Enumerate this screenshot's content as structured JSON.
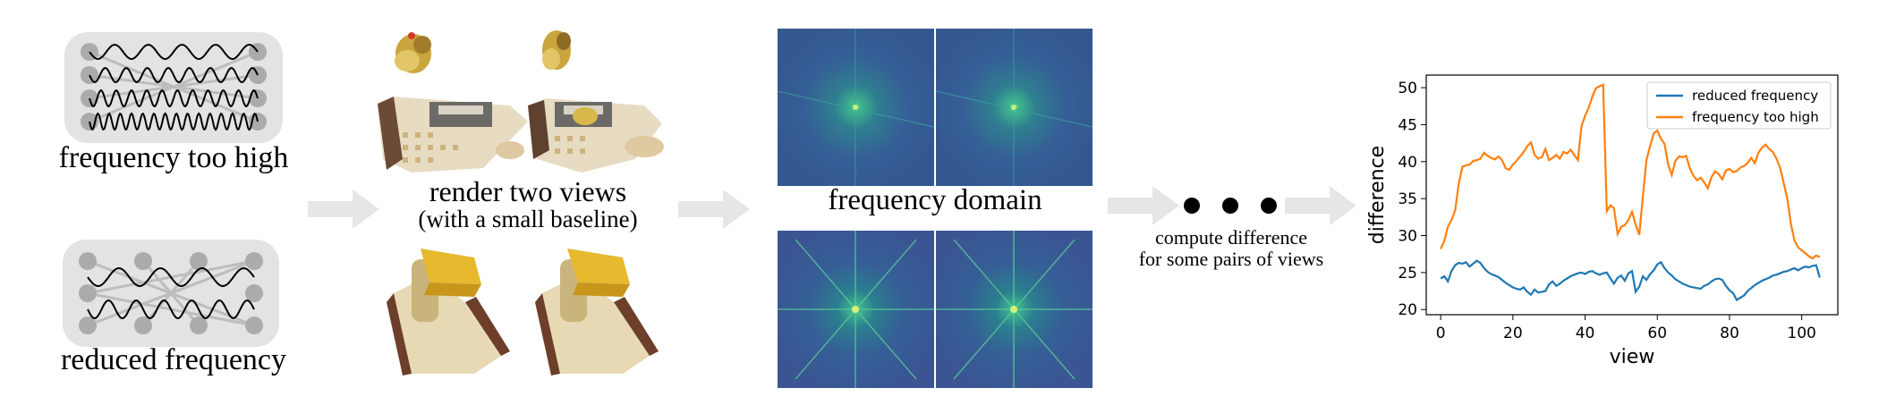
{
  "networks": {
    "high": {
      "caption": "frequency too high"
    },
    "reduced": {
      "caption": "reduced frequency"
    }
  },
  "render": {
    "caption_line1": "render two views",
    "caption_line2": "(with a small baseline)"
  },
  "spectrum": {
    "caption": "frequency domain"
  },
  "compute": {
    "caption_line1": "compute difference",
    "caption_line2": "for some pairs of views"
  },
  "colors": {
    "reduced": "#1f77b4",
    "high": "#ff7f0e",
    "arrow": "#e6e6e6",
    "network_bg": "#e3e3e3",
    "network_node": "#ababab",
    "spectrum_bg": "#3a5f95"
  },
  "chart_data": {
    "type": "line",
    "xlabel": "view",
    "ylabel": "difference",
    "xlim": [
      -4,
      110
    ],
    "ylim": [
      19.3,
      51.7
    ],
    "xticks": [
      0,
      20,
      40,
      60,
      80,
      100
    ],
    "yticks": [
      20,
      25,
      30,
      35,
      40,
      45,
      50
    ],
    "legend_position": "top-right",
    "grid": false,
    "series": [
      {
        "name": "reduced frequency",
        "x": [
          0,
          1,
          2,
          3,
          4,
          5,
          6,
          7,
          8,
          9,
          10,
          11,
          12,
          13,
          14,
          15,
          16,
          17,
          18,
          19,
          20,
          21,
          22,
          23,
          24,
          25,
          26,
          27,
          28,
          29,
          30,
          31,
          32,
          33,
          34,
          35,
          36,
          37,
          38,
          39,
          40,
          41,
          42,
          43,
          44,
          45,
          46,
          47,
          48,
          49,
          50,
          51,
          52,
          53,
          54,
          55,
          56,
          57,
          58,
          59,
          60,
          61,
          62,
          63,
          64,
          65,
          66,
          67,
          68,
          69,
          70,
          71,
          72,
          73,
          74,
          75,
          76,
          77,
          78,
          79,
          80,
          81,
          82,
          83,
          84,
          85,
          86,
          87,
          88,
          89,
          90,
          91,
          92,
          93,
          94,
          95,
          96,
          97,
          98,
          99,
          100,
          101,
          102,
          103,
          104,
          105
        ],
        "values": [
          24.2,
          24.5,
          23.8,
          25.2,
          26.0,
          26.3,
          26.2,
          26.4,
          25.8,
          26.2,
          26.6,
          26.3,
          25.6,
          25.1,
          24.8,
          24.6,
          24.4,
          24.0,
          23.6,
          23.3,
          23.0,
          22.8,
          22.7,
          23.0,
          22.4,
          22.0,
          22.7,
          22.3,
          22.4,
          22.5,
          23.4,
          23.8,
          23.2,
          23.5,
          23.9,
          24.2,
          24.5,
          24.7,
          24.9,
          25.0,
          24.8,
          25.1,
          25.2,
          24.9,
          24.7,
          24.9,
          25.0,
          24.2,
          23.5,
          24.3,
          24.6,
          23.9,
          24.9,
          25.2,
          22.4,
          23.1,
          24.5,
          24.0,
          24.8,
          25.3,
          26.1,
          26.4,
          25.6,
          25.0,
          24.6,
          24.1,
          23.8,
          23.5,
          23.3,
          23.1,
          23.0,
          22.9,
          22.8,
          23.2,
          23.4,
          23.8,
          24.1,
          24.2,
          24.0,
          23.2,
          22.6,
          22.2,
          21.3,
          21.6,
          21.9,
          22.5,
          22.9,
          23.3,
          23.6,
          23.9,
          24.1,
          24.3,
          24.6,
          24.7,
          24.9,
          25.1,
          25.2,
          25.4,
          25.6,
          25.3,
          25.6,
          25.8,
          25.7,
          25.9,
          26.0,
          24.3
        ]
      },
      {
        "name": "frequency too high",
        "x": [
          0,
          1,
          2,
          3,
          4,
          5,
          6,
          7,
          8,
          9,
          10,
          11,
          12,
          13,
          14,
          15,
          16,
          17,
          18,
          19,
          20,
          21,
          22,
          23,
          24,
          25,
          26,
          27,
          28,
          29,
          30,
          31,
          32,
          33,
          34,
          35,
          36,
          37,
          38,
          39,
          40,
          41,
          42,
          43,
          44,
          45,
          46,
          47,
          48,
          49,
          50,
          51,
          52,
          53,
          54,
          55,
          56,
          57,
          58,
          59,
          60,
          61,
          62,
          63,
          64,
          65,
          66,
          67,
          68,
          69,
          70,
          71,
          72,
          73,
          74,
          75,
          76,
          77,
          78,
          79,
          80,
          81,
          82,
          83,
          84,
          85,
          86,
          87,
          88,
          89,
          90,
          91,
          92,
          93,
          94,
          95,
          96,
          97,
          98,
          99,
          100,
          101,
          102,
          103,
          104,
          105
        ],
        "values": [
          28.2,
          29.3,
          31.2,
          32.1,
          33.4,
          37.0,
          39.3,
          39.5,
          39.6,
          40.1,
          40.2,
          40.4,
          41.2,
          40.8,
          40.5,
          40.3,
          40.7,
          40.2,
          39.1,
          38.9,
          39.6,
          40.1,
          40.7,
          41.3,
          42.1,
          42.6,
          40.9,
          40.4,
          40.6,
          41.7,
          40.2,
          40.5,
          40.9,
          40.4,
          41.3,
          41.1,
          41.6,
          40.9,
          40.2,
          44.8,
          46.2,
          47.3,
          48.8,
          49.9,
          50.2,
          50.4,
          33.3,
          34.1,
          33.7,
          30.2,
          31.2,
          31.4,
          32.1,
          33.2,
          31.5,
          30.1,
          35.3,
          40.2,
          42.1,
          43.8,
          44.2,
          43.1,
          42.4,
          39.6,
          38.2,
          40.1,
          40.7,
          40.6,
          40.8,
          39.1,
          38.1,
          37.5,
          37.8,
          37.2,
          36.4,
          37.9,
          38.7,
          38.3,
          37.6,
          38.8,
          39.0,
          38.6,
          38.7,
          39.2,
          39.4,
          39.8,
          40.5,
          39.8,
          41.2,
          41.9,
          42.3,
          41.7,
          41.3,
          40.4,
          39.2,
          37.1,
          35.0,
          31.6,
          29.3,
          28.4,
          28.0,
          27.6,
          27.2,
          26.9,
          27.3,
          27.1
        ]
      }
    ]
  }
}
